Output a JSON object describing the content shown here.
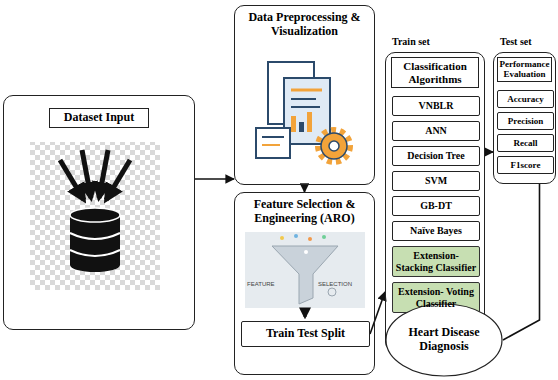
{
  "diagram": {
    "nodes": [
      {
        "text": [
          "Dataset Input"
        ]
      },
      {
        "text": [
          "Data Preprocessing & Visualization"
        ]
      },
      {
        "text": [
          "Feature Selection & Engineering (ARO)"
        ]
      },
      {
        "text": [
          "Train Test Split"
        ],
        "in": 2
      },
      {
        "text": [
          "Classification Algorithms"
        ]
      },
      {
        "text": [
          "VNBLR"
        ],
        "in": 4
      },
      {
        "text": [
          "ANN"
        ],
        "in": 4
      },
      {
        "text": [
          "Decision Tree"
        ],
        "in": 4
      },
      {
        "text": [
          "SVM"
        ],
        "in": 4
      },
      {
        "text": [
          "GB-DT"
        ],
        "in": 4
      },
      {
        "text": [
          "Naïve Bayes"
        ],
        "in": 4
      },
      {
        "text": [
          "Extension- Stacking Classifier"
        ],
        "in": 4
      },
      {
        "text": [
          "Extension- Voting Classifier"
        ],
        "in": 4
      },
      {
        "text": [
          "Performance Evaluation"
        ]
      },
      {
        "text": [
          "Accuracy"
        ],
        "in": 13
      },
      {
        "text": [
          "Precision"
        ],
        "in": 13
      },
      {
        "text": [
          "Recall"
        ],
        "in": 13
      },
      {
        "text": [
          "F1score"
        ],
        "in": 13
      },
      {
        "text": [
          "Heart Disease Diagnosis"
        ]
      }
    ],
    "edges": [
      {
        "from": 0,
        "to": 1,
        "arrow": "to"
      },
      {
        "from": 1,
        "to": 2,
        "arrow": "to"
      },
      {
        "from": 3,
        "to": 4,
        "arrow": "to"
      },
      {
        "from": 4,
        "to": 13,
        "arrow": "to"
      },
      {
        "from": 13,
        "to": 18,
        "arrow": "none"
      }
    ],
    "labels": [
      "Train set",
      "Test set",
      "FEATURE",
      "SELECTION"
    ]
  }
}
